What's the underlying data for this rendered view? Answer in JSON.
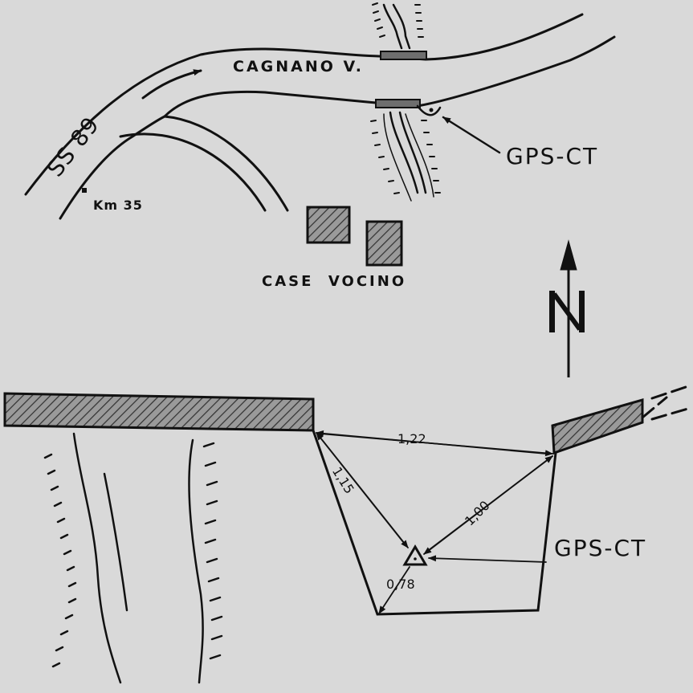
{
  "map": {
    "road_name": "CAGNANO V.",
    "road_number": "SS 89",
    "km_marker": "Km 35",
    "houses_label": "CASE  VOCINO",
    "station_label_top": "GPS-CT",
    "station_label_bottom": "GPS-CT",
    "north_symbol": "north-arrow"
  },
  "measurements": {
    "top_span": "1,22",
    "left_diag": "1,15",
    "right_diag": "1,00",
    "bottom": "0,78"
  },
  "colors": {
    "paper": "#d9d9d9",
    "ink": "#111111",
    "hatch_fill": "#6e6e6e"
  }
}
